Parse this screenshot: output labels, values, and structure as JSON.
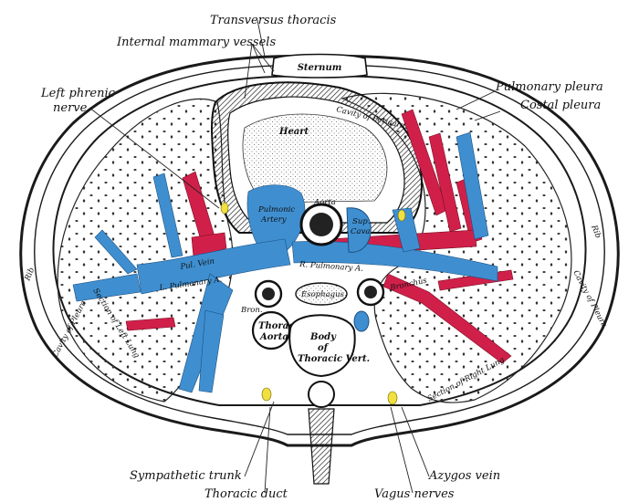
{
  "labels": {
    "transversus_thoracis": "Transversus thoracis",
    "internal_mammary_vessels": "Internal mammary vessels",
    "sternum": "Sternum",
    "left_phrenic_nerve_line1": "Left phrenic",
    "left_phrenic_nerve_line2": "nerve",
    "pulmonary_pleura": "Pulmonary pleura",
    "costal_pleura": "Costal pleura",
    "heart": "Heart",
    "cavity_of_pericardium": "Cavity of Pericardium",
    "aorta": "Aorta",
    "pulmonary_artery_line1": "Pulmonic",
    "pulmonary_artery_line2": "Artery",
    "sup_vena_cava_line1": "Sup.",
    "sup_vena_cava_line2": "Cava",
    "l_pulmonary_v": "Pul. Vein",
    "l_pulmonary_a": "L. Pulmonary A.",
    "r_pulmonary_a": "R. Pulmonary A.",
    "bronchus_left": "Bron.",
    "bronchus_right": "Bronchus",
    "oesophagus": "Esophagus",
    "thoracic_aorta_line1": "Thorac.",
    "thoracic_aorta_line2": "Aorta",
    "body_thoracic_vert_line1": "Body",
    "body_thoracic_vert_line2": "of",
    "body_thoracic_vert_line3": "Thoracic Vert.",
    "section_left_lung": "Section of Left Lung",
    "section_right_lung": "Section of Right Lung",
    "rib_left": "Rib",
    "rib_right": "Rib",
    "cavity_pleura_left": "Cavity of Pleura",
    "cavity_pleura_right": "Cavity of Pleura",
    "sympathetic_trunk": "Sympathetic trunk",
    "thoracic_duct": "Thoracic duct",
    "azygos_vein": "Azygos vein",
    "vagus_nerves": "Vagus nerves"
  },
  "colors": {
    "artery_blue": "#3f8fd0",
    "vein_red": "#d0204a",
    "nerve_yellow": "#f0e040",
    "ink": "#1a1a1a"
  }
}
